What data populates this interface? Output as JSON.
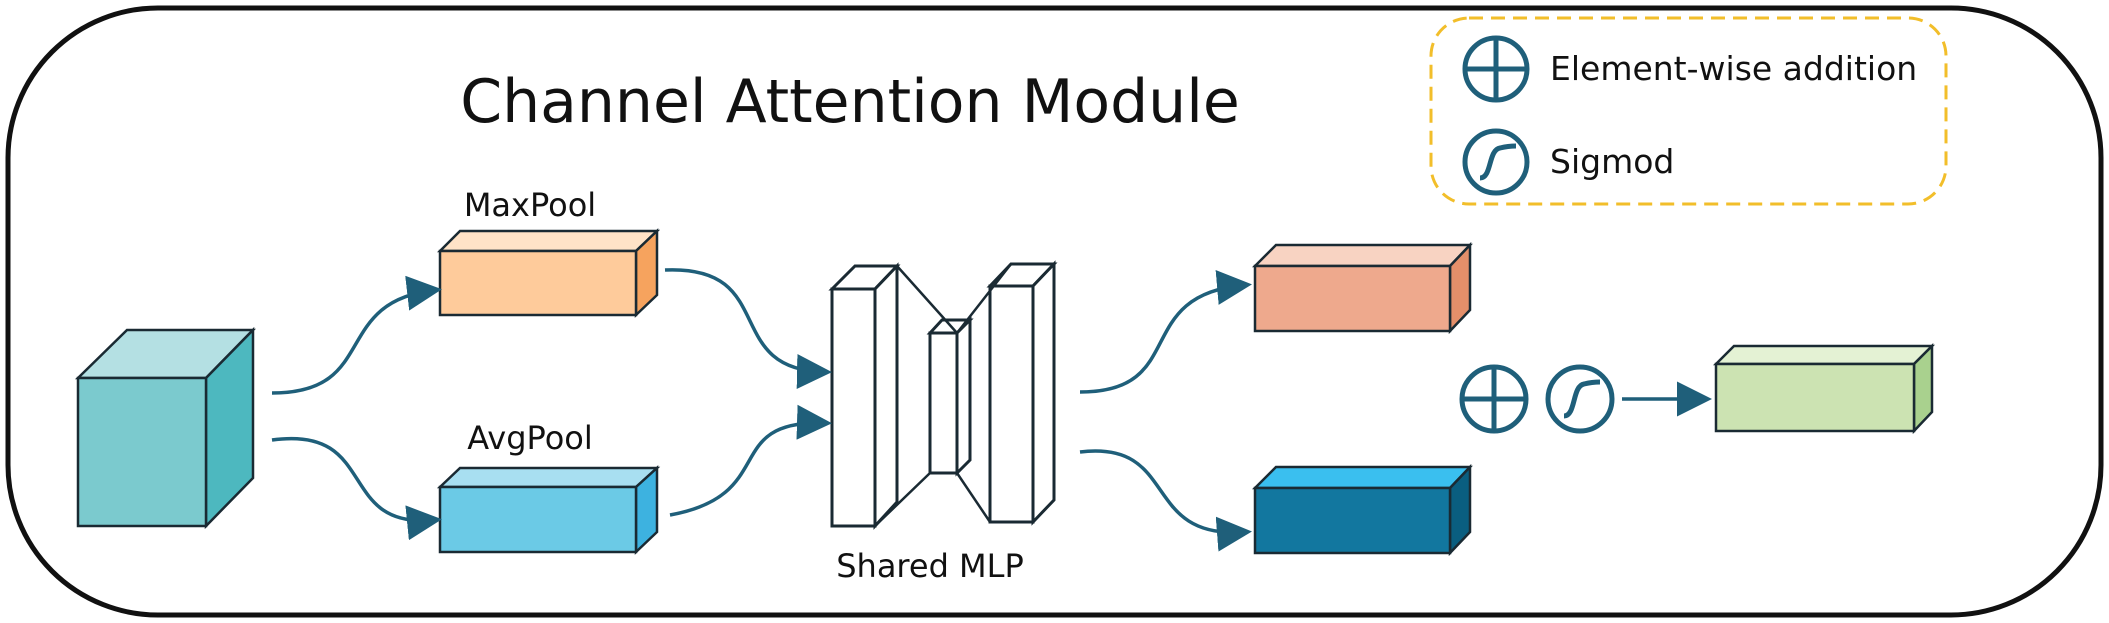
{
  "title": "Channel Attention Module",
  "labels": {
    "maxpool": "MaxPool",
    "avgpool": "AvgPool",
    "shared_mlp": "Shared MLP"
  },
  "legend": {
    "addition": "Element-wise addition",
    "sigmoid": "Sigmod"
  },
  "colors": {
    "input_front": "#7BCACE",
    "input_top": "#B4E0E3",
    "input_side": "#4DB8BF",
    "maxpool_front": "#FECB9B",
    "maxpool_top": "#FFE3C7",
    "maxpool_side": "#F6A35E",
    "avgpool_front": "#6BCAE6",
    "avgpool_top": "#A8DFF1",
    "avgpool_side": "#3DB2E0",
    "out_top_front": "#EEA98D",
    "out_top_top": "#F8D3C2",
    "out_top_side": "#E48F6A",
    "out_bottom_front": "#12779F",
    "out_bottom_top": "#3ABFEF",
    "out_bottom_side": "#0A5E80",
    "result_front": "#CCE3B2",
    "result_top": "#E4F2D4",
    "result_side": "#A9D18E",
    "arrow": "#1F5F7A",
    "legend_border": "#F2BE2A",
    "outline": "#1a2a33"
  }
}
